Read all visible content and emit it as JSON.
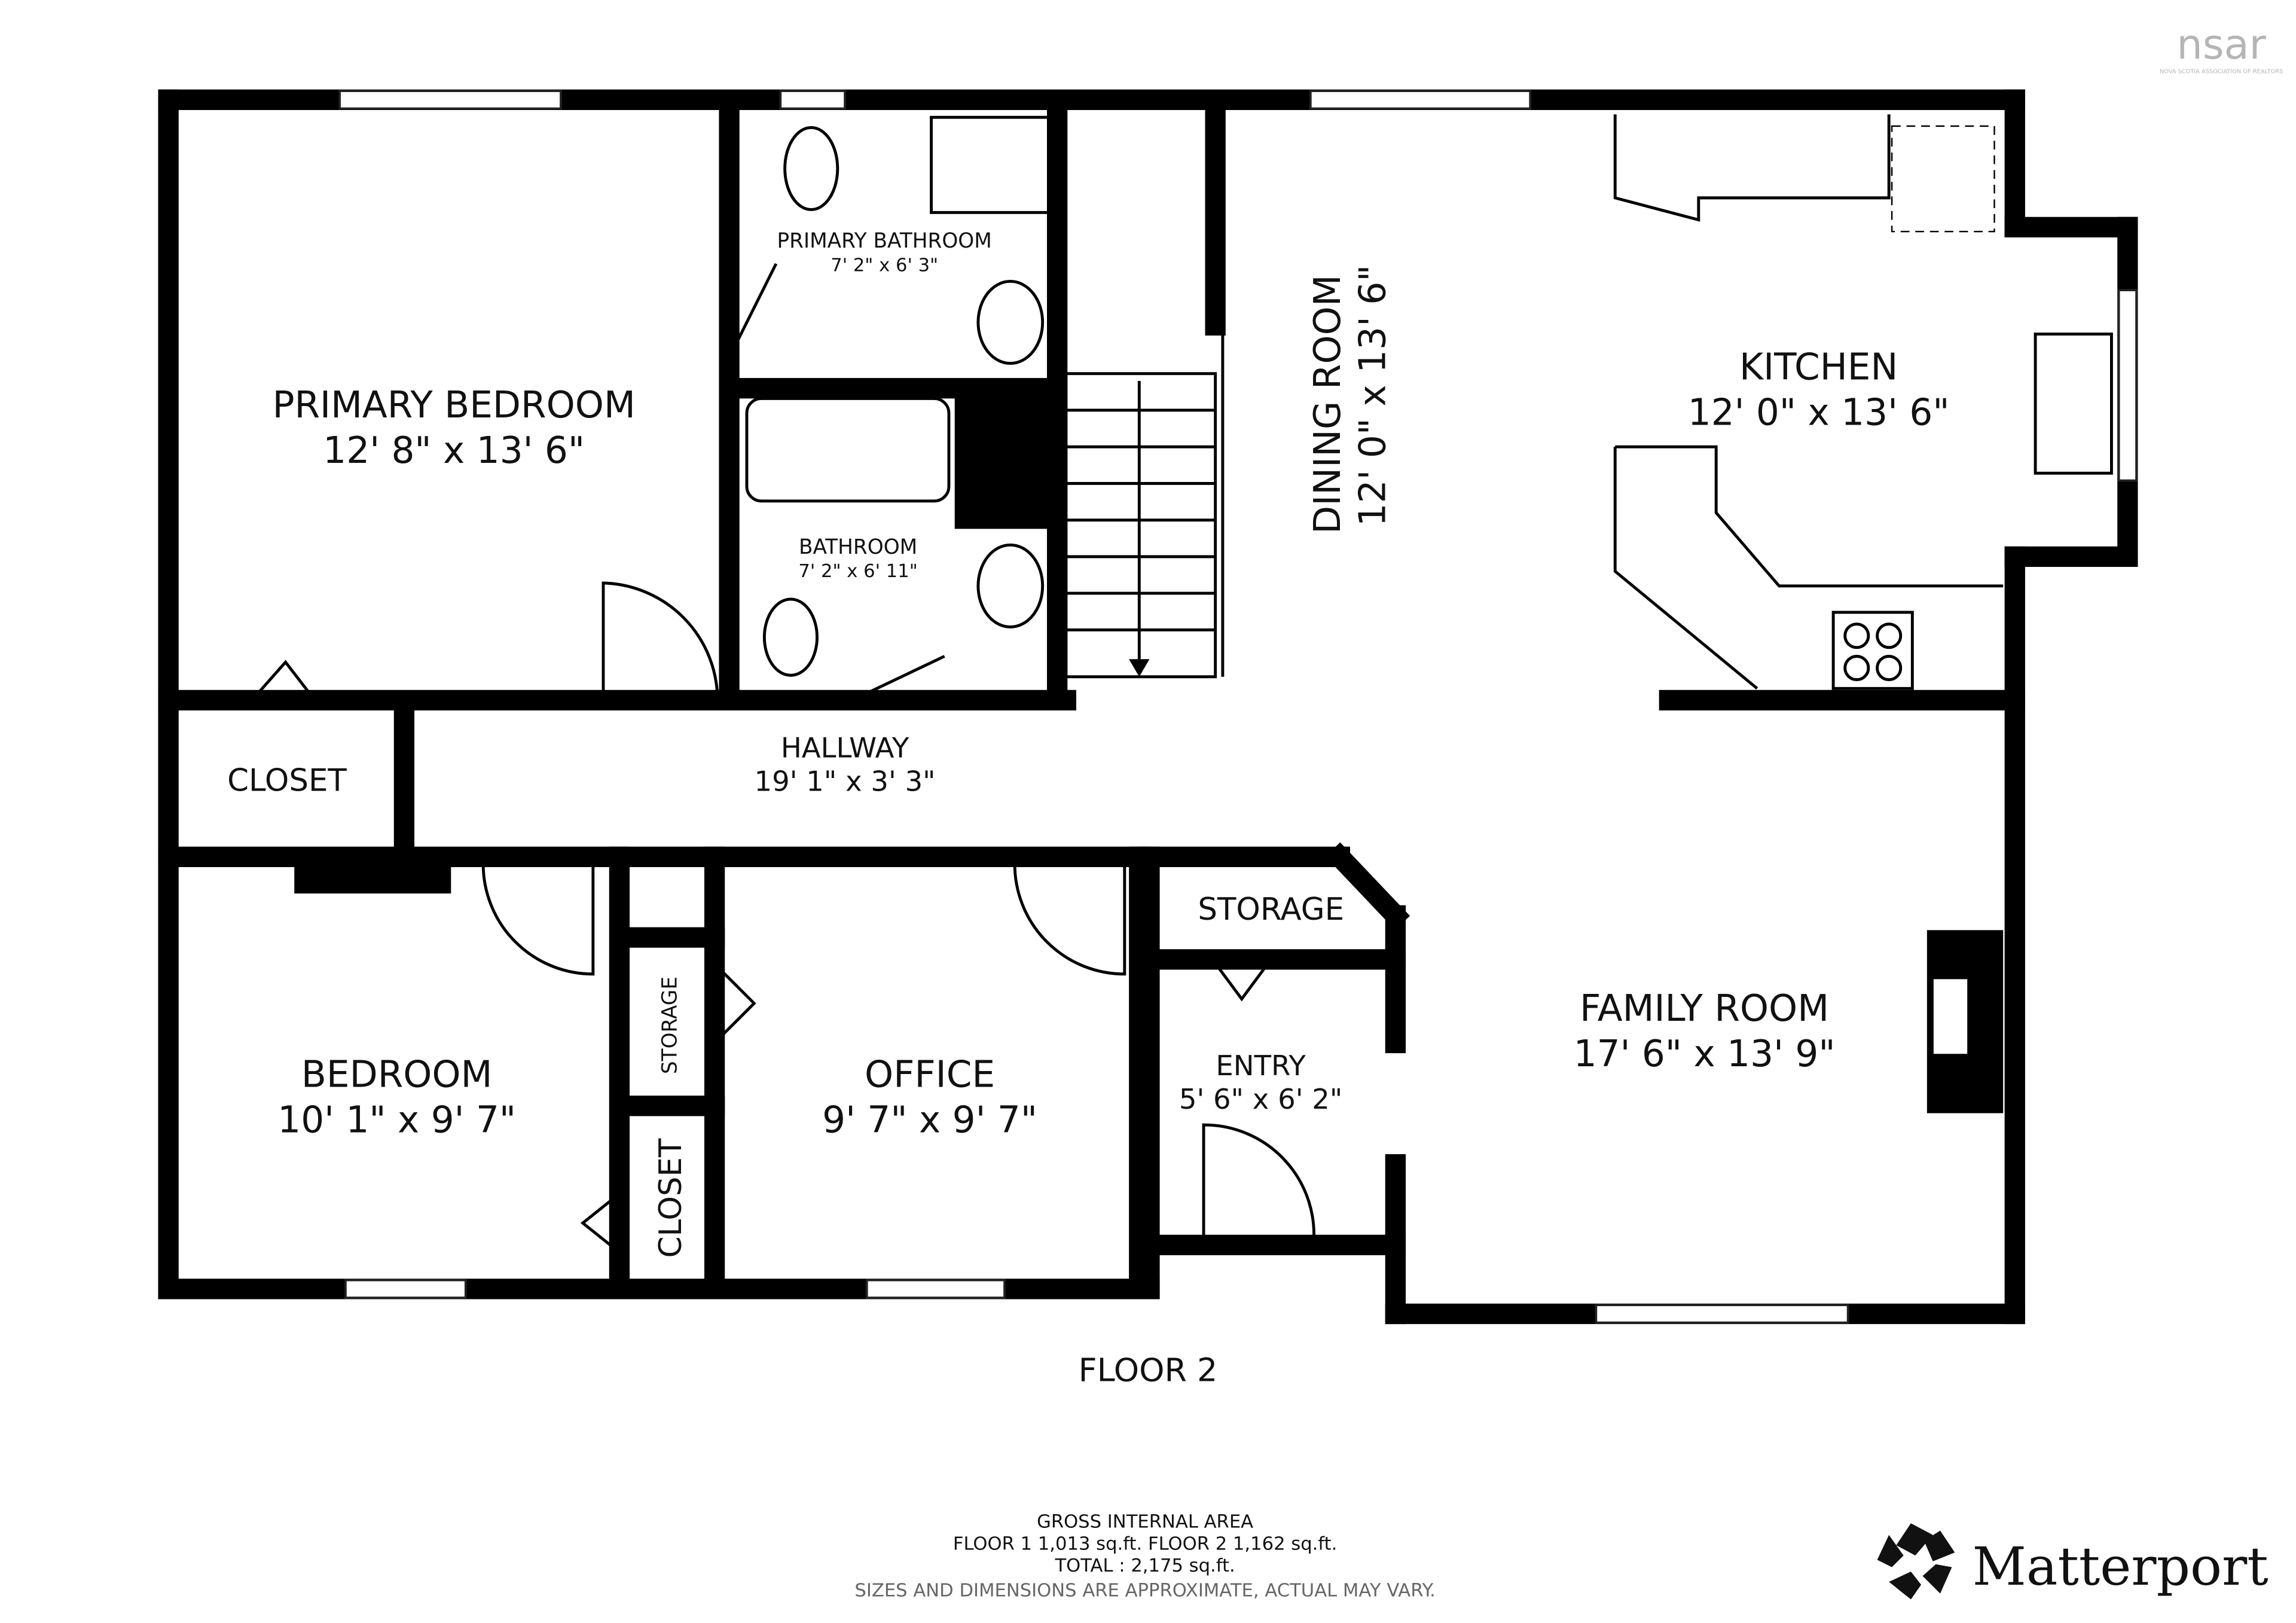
{
  "floor_label": "FLOOR 2",
  "rooms": [
    {
      "name": "PRIMARY BEDROOM",
      "dims": "12' 8\" x 13' 6\""
    },
    {
      "name": "PRIMARY BATHROOM",
      "dims": "7' 2\" x 6' 3\""
    },
    {
      "name": "BATHROOM",
      "dims": "7' 2\" x 6' 11\""
    },
    {
      "name": "DINING ROOM",
      "dims": "12' 0\" x 13' 6\""
    },
    {
      "name": "KITCHEN",
      "dims": "12' 0\" x 13' 6\""
    },
    {
      "name": "HALLWAY",
      "dims": "19' 1\" x 3' 3\""
    },
    {
      "name": "CLOSET"
    },
    {
      "name": "STORAGE"
    },
    {
      "name": "BEDROOM",
      "dims": "10' 1\" x 9' 7\""
    },
    {
      "name": "STORAGE"
    },
    {
      "name": "CLOSET"
    },
    {
      "name": "OFFICE",
      "dims": "9' 7\" x 9' 7\""
    },
    {
      "name": "ENTRY",
      "dims": "5' 6\" x 6' 2\""
    },
    {
      "name": "FAMILY ROOM",
      "dims": "17' 6\" x 13' 9\""
    }
  ],
  "area": {
    "heading": "GROSS INTERNAL AREA",
    "floors": "FLOOR 1 1,013 sq.ft.   FLOOR 2 1,162 sq.ft.",
    "total": "TOTAL :  2,175 sq.ft.",
    "disclaimer": "SIZES AND DIMENSIONS ARE APPROXIMATE, ACTUAL MAY VARY."
  },
  "logos": {
    "matterport": "Matterport",
    "nsar": "nsar",
    "nsar_sub": "NOVA SCOTIA ASSOCIATION OF REALTORS"
  },
  "colors": {
    "wall": "#000000",
    "logo_gray": "#b5b5b5"
  }
}
